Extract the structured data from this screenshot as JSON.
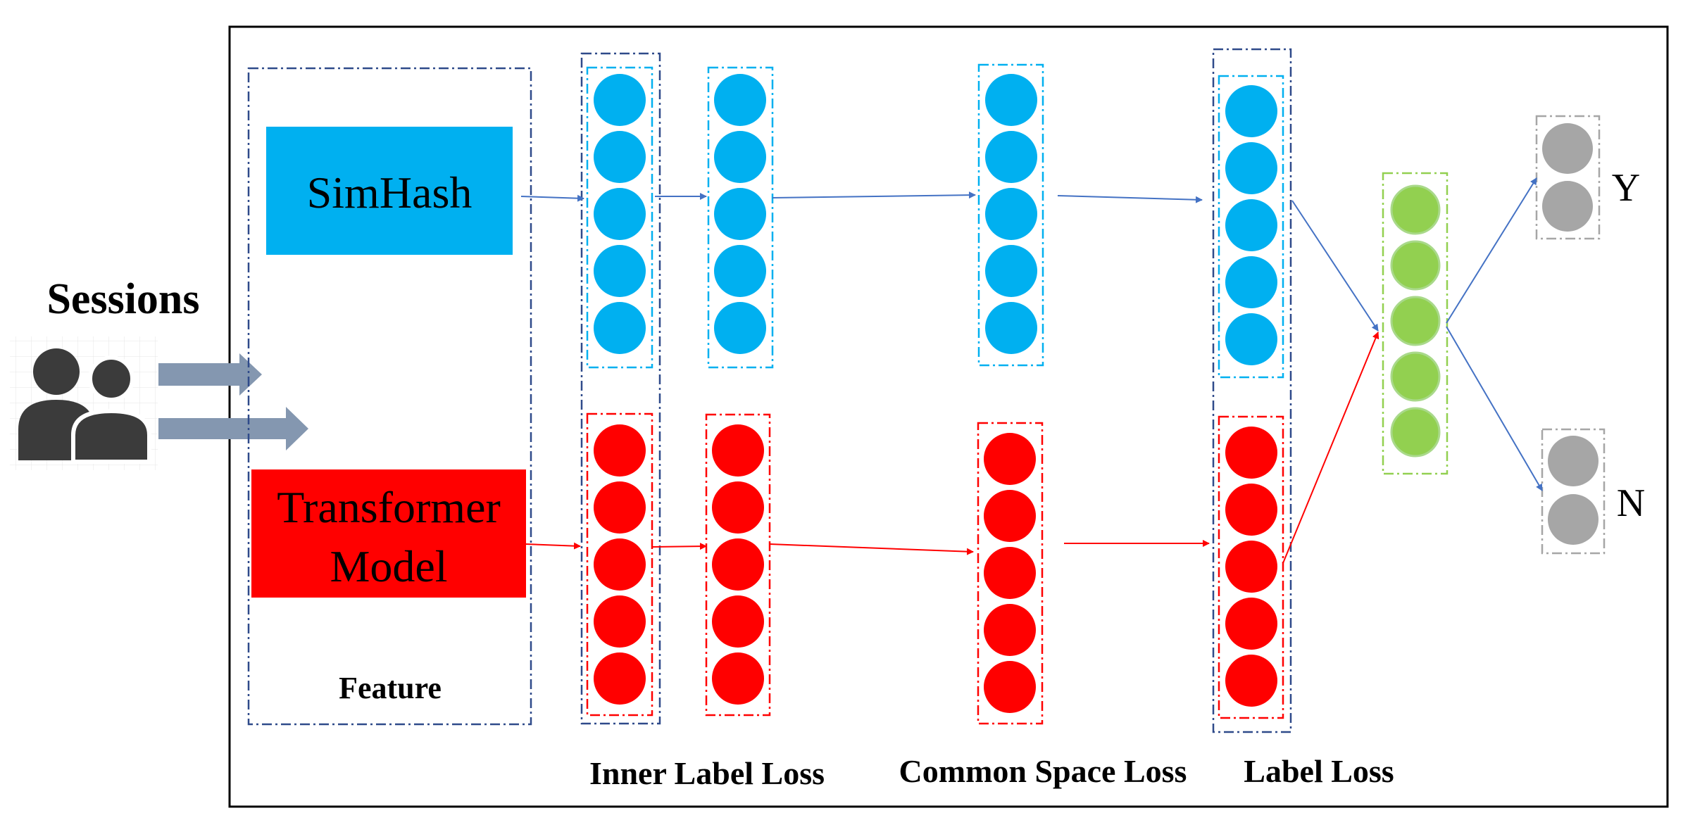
{
  "labels": {
    "sessions": "Sessions",
    "simhash": "SimHash",
    "transformer_line1": "Transformer",
    "transformer_line2": "Model",
    "feature": "Feature",
    "inner_label_loss": "Inner Label Loss",
    "common_space_loss": "Common Space Loss",
    "label_loss": "Label Loss",
    "output_yes": "Y",
    "output_no": "N"
  },
  "colors": {
    "simhash_blue": "#00b0f0",
    "transformer_red": "#ff0000",
    "fusion_green": "#92d050",
    "output_gray": "#a6a6a6",
    "group_navy": "#2f4a8a",
    "arrow_blue": "#4472c4",
    "input_arrow": "#8497b0",
    "user_icon": "#3b3b3b"
  },
  "icons": {
    "users": "users-icon"
  }
}
